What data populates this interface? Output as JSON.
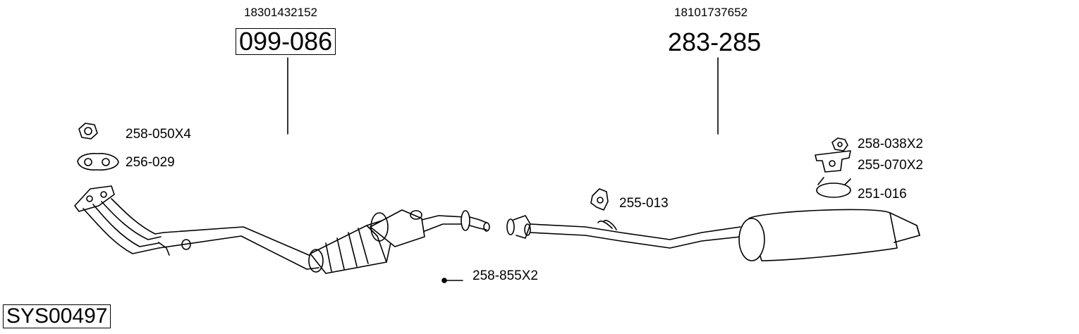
{
  "system_code": "SYS00497",
  "front_section": {
    "oe_number": "18301432152",
    "part_number": "099-086"
  },
  "rear_section": {
    "oe_number": "18101737652",
    "part_number": "283-285"
  },
  "components": {
    "nut": "258-050X4",
    "gasket": "256-029",
    "bolt": "258-855X2",
    "rubber_mount": "255-013",
    "flange_nut": "258-038X2",
    "bracket": "255-070X2",
    "clamp": "251-016"
  }
}
